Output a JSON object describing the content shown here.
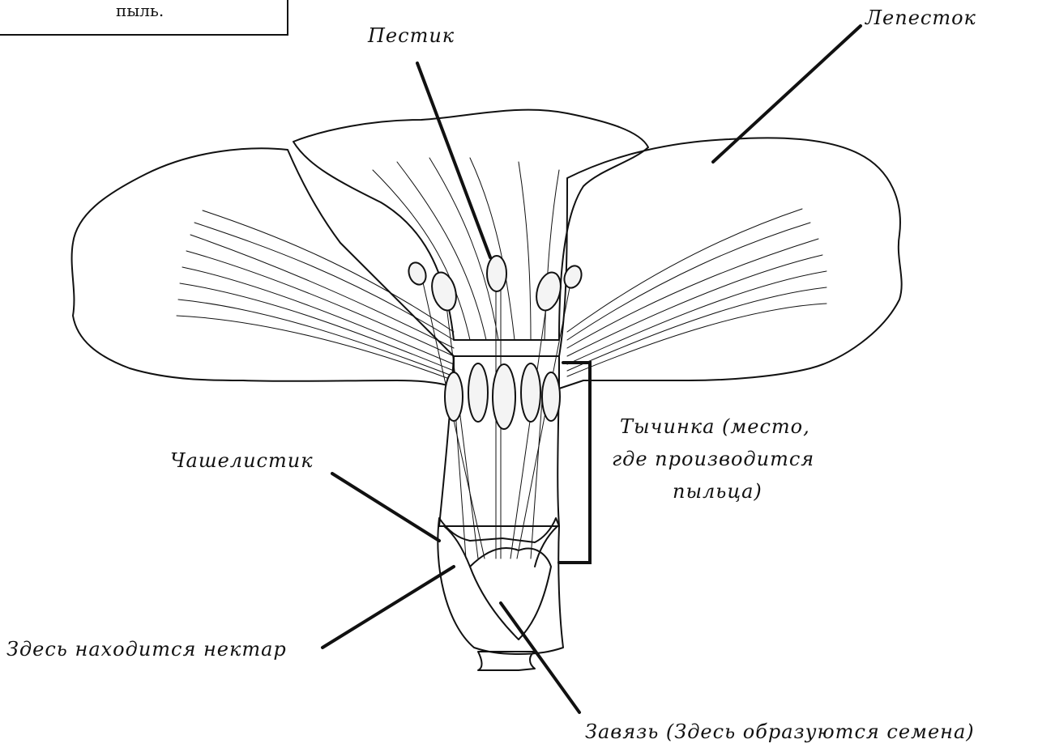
{
  "note_box": {
    "text": "пыль."
  },
  "labels": {
    "pistil": "Пестик",
    "petal": "Лепесток",
    "stamen_line1": "Тычинка (место,",
    "stamen_line2": "где производится",
    "stamen_line3": "пыльца)",
    "sepal": "Чашелистик",
    "nectar": "Здесь находится нектар",
    "ovary": "Завязь (Здесь образуются семена)"
  }
}
